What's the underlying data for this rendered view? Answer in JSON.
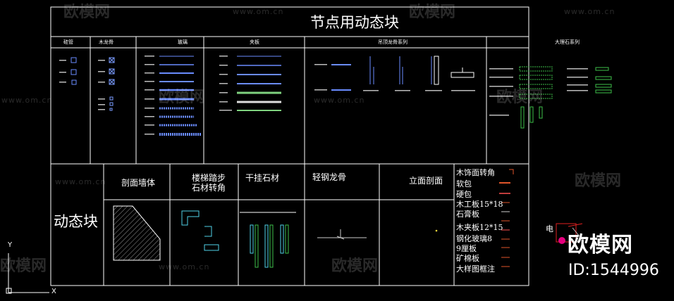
{
  "title": "节点用动态块",
  "sections_top": [
    {
      "label": "硅管"
    },
    {
      "label": "木龙骨"
    },
    {
      "label": "玻璃"
    },
    {
      "label": "夹板"
    },
    {
      "label": "吊顶龙骨系列"
    },
    {
      "label": "大理石系列"
    }
  ],
  "sections_bottom": {
    "dynamic_block": "动态块",
    "section_wall": "剖面墙体",
    "stairs_line1": "楼梯踏步",
    "stairs_line2": "石材转角",
    "dry_stone": "干挂石材",
    "light_steel": "轻钢龙骨",
    "elevation": "立面剖面"
  },
  "materials": [
    "木饰面转角",
    "软包",
    "硬包",
    "木工板15*18",
    "石膏板",
    "木夹板12*15",
    "钢化玻璃8",
    "9厘板",
    "矿棉板",
    "大样图框注"
  ],
  "electric_label": "电",
  "brand": {
    "name": "欧模网",
    "id": "ID:1544996",
    "dot_color": "#e6007e"
  },
  "watermarks": {
    "cn": "欧模网",
    "url": "www.om.cn"
  },
  "axes": {
    "y": "Y",
    "x": "X"
  },
  "colors": {
    "frame": "#ffffff",
    "cyan": "#4fd2e8",
    "blue": "#5a78ff",
    "green": "#3ec04a",
    "orange": "#e0552a",
    "red": "#ff2020"
  }
}
